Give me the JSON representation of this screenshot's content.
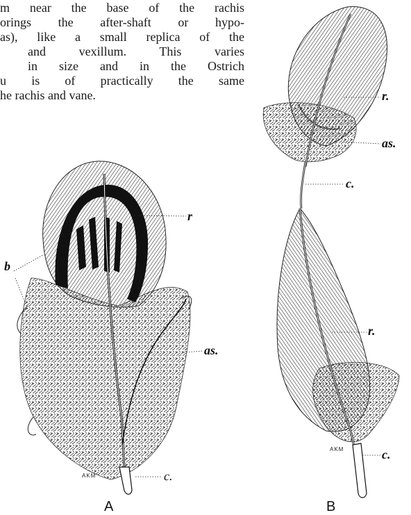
{
  "text": {
    "lines": [
      "m near the base of the rachis",
      "orings the after-shaft or hypo-",
      "as), like a small replica of the",
      "and vexillum.  This varies",
      "in size and in the Ostrich",
      "u is of practically the same",
      "he rachis and vane."
    ]
  },
  "figure_a": {
    "label_r": "r",
    "label_b": "b",
    "label_as": "as.",
    "label_c": "c.",
    "signature": "AKM",
    "caption": "A"
  },
  "figure_b": {
    "label_r_top": "r.",
    "label_as": "as.",
    "label_c_mid": "c.",
    "label_r_bottom": "r.",
    "signature": "AKM",
    "label_c_bottom": "c.",
    "caption": "B"
  }
}
